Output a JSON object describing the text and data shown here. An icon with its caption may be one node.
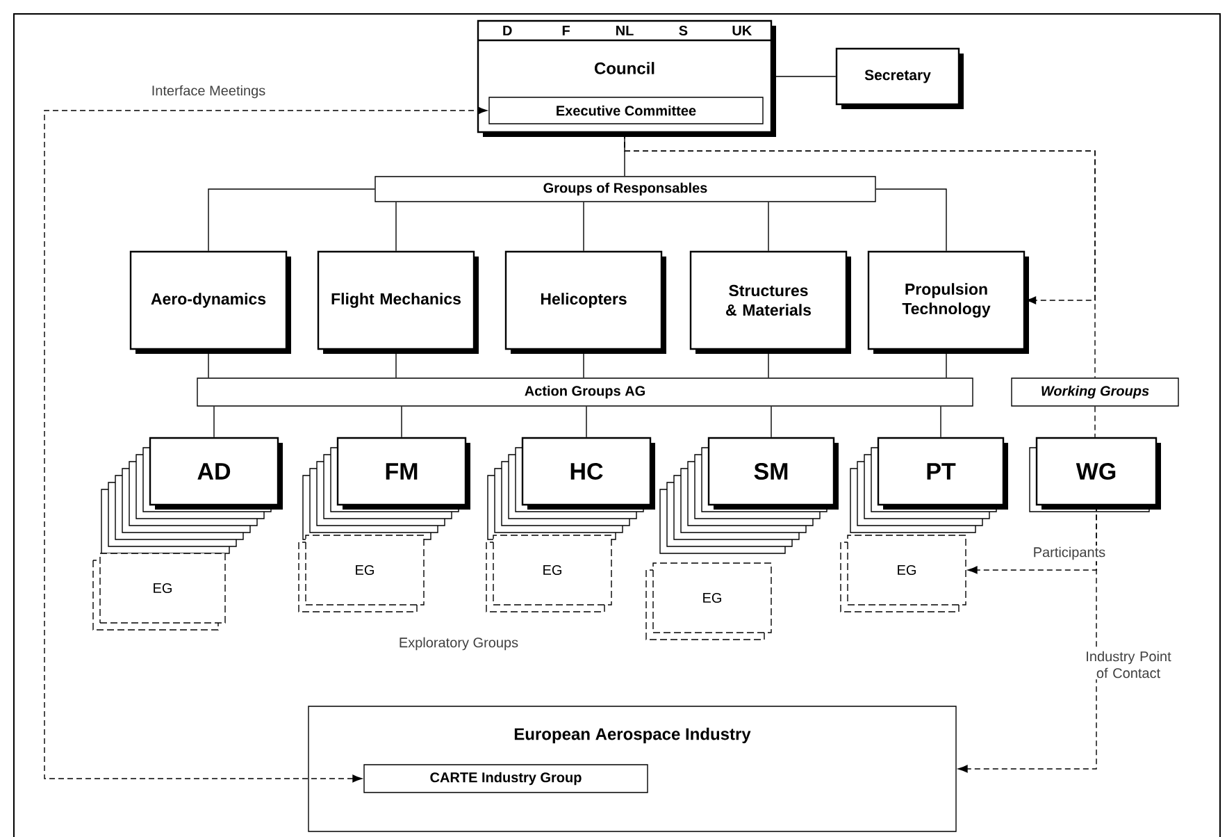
{
  "diagram": {
    "nodes": [
      {
        "text": [
          "D",
          "F",
          "NL",
          "S",
          "UK",
          "Council"
        ]
      },
      {
        "text": [
          "Executive Committee"
        ],
        "in": 0
      },
      {
        "text": [
          "Secretary"
        ]
      },
      {
        "text": [
          "Groups of Responsables"
        ]
      },
      {
        "text": [
          "Aero-dynamics"
        ]
      },
      {
        "text": [
          "Flight Mechanics"
        ]
      },
      {
        "text": [
          "Helicopters"
        ]
      },
      {
        "text": [
          "Structures & Materials"
        ]
      },
      {
        "text": [
          "Propulsion Technology"
        ]
      },
      {
        "text": [
          "Action Groups AG"
        ]
      },
      {
        "text": [
          "Working Groups"
        ]
      },
      {
        "text": [
          "AD"
        ]
      },
      {
        "text": [
          "FM"
        ]
      },
      {
        "text": [
          "HC"
        ]
      },
      {
        "text": [
          "SM"
        ]
      },
      {
        "text": [
          "PT"
        ]
      },
      {
        "text": [
          "WG"
        ]
      },
      {
        "text": [
          "EG"
        ]
      },
      {
        "text": [
          "EG"
        ]
      },
      {
        "text": [
          "EG"
        ]
      },
      {
        "text": [
          "EG"
        ]
      },
      {
        "text": [
          "EG"
        ]
      },
      {
        "text": [
          "European Aerospace Industry"
        ]
      },
      {
        "text": [
          "CARTE Industry Group"
        ],
        "in": 22
      }
    ],
    "edges": [
      {
        "from": 0,
        "to": 2,
        "arrow": "none"
      },
      {
        "from": 0,
        "to": 3,
        "arrow": "none"
      },
      {
        "from": 3,
        "to": 4,
        "arrow": "none"
      },
      {
        "from": 3,
        "to": 5,
        "arrow": "none"
      },
      {
        "from": 3,
        "to": 6,
        "arrow": "none"
      },
      {
        "from": 3,
        "to": 7,
        "arrow": "none"
      },
      {
        "from": 3,
        "to": 8,
        "arrow": "none"
      },
      {
        "from": 4,
        "to": 9,
        "arrow": "none"
      },
      {
        "from": 5,
        "to": 9,
        "arrow": "none"
      },
      {
        "from": 6,
        "to": 9,
        "arrow": "none"
      },
      {
        "from": 7,
        "to": 9,
        "arrow": "none"
      },
      {
        "from": 8,
        "to": 9,
        "arrow": "none"
      },
      {
        "from": 9,
        "to": 11,
        "arrow": "none"
      },
      {
        "from": 9,
        "to": 12,
        "arrow": "none"
      },
      {
        "from": 9,
        "to": 13,
        "arrow": "none"
      },
      {
        "from": 9,
        "to": 14,
        "arrow": "none"
      },
      {
        "from": 9,
        "to": 15,
        "arrow": "none"
      },
      {
        "from": 10,
        "to": 16,
        "arrow": "none",
        "style": "dashed"
      },
      {
        "from": 0,
        "to": 8,
        "arrow": "to",
        "style": "dashed"
      },
      {
        "from": 0,
        "to": 10,
        "arrow": "none",
        "style": "dashed"
      },
      {
        "from": 16,
        "to": 21,
        "arrow": "to",
        "style": "dashed",
        "label": "Participants"
      },
      {
        "from": 16,
        "to": 22,
        "arrow": "to",
        "style": "dashed",
        "label": "Industry Point of Contact"
      },
      {
        "from": 23,
        "to": 1,
        "arrow": "both",
        "style": "dashed",
        "label": "Interface Meetings"
      }
    ],
    "labels": [
      "Exploratory Groups"
    ]
  }
}
